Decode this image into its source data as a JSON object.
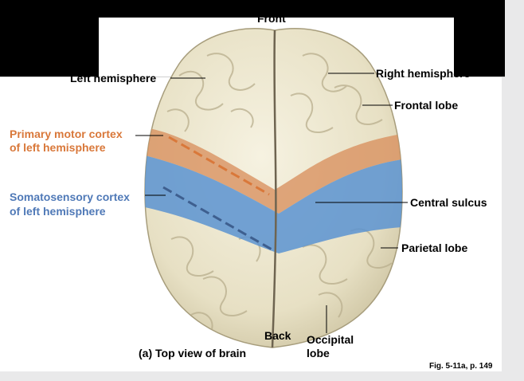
{
  "labels": {
    "front": "Front",
    "left_hemisphere": "Left hemisphere",
    "right_hemisphere": "Right hemisphere",
    "frontal_lobe": "Frontal lobe",
    "primary_motor_1": "Primary motor cortex",
    "primary_motor_2": "of left hemisphere",
    "somatosensory_1": "Somatosensory cortex",
    "somatosensory_2": "of left hemisphere",
    "central_sulcus": "Central sulcus",
    "parietal_lobe": "Parietal lobe",
    "back": "Back",
    "occipital_1": "Occipital",
    "occipital_2": "lobe",
    "caption": "(a) Top view of brain",
    "figure_ref": "Fig. 5-11a, p. 149"
  },
  "colors": {
    "motor_cortex": "#d98f5e",
    "somatosensory_cortex": "#5a93d1",
    "brain": "#ece6cc",
    "label_orange": "#d9783a",
    "label_blue": "#4f79b7"
  }
}
